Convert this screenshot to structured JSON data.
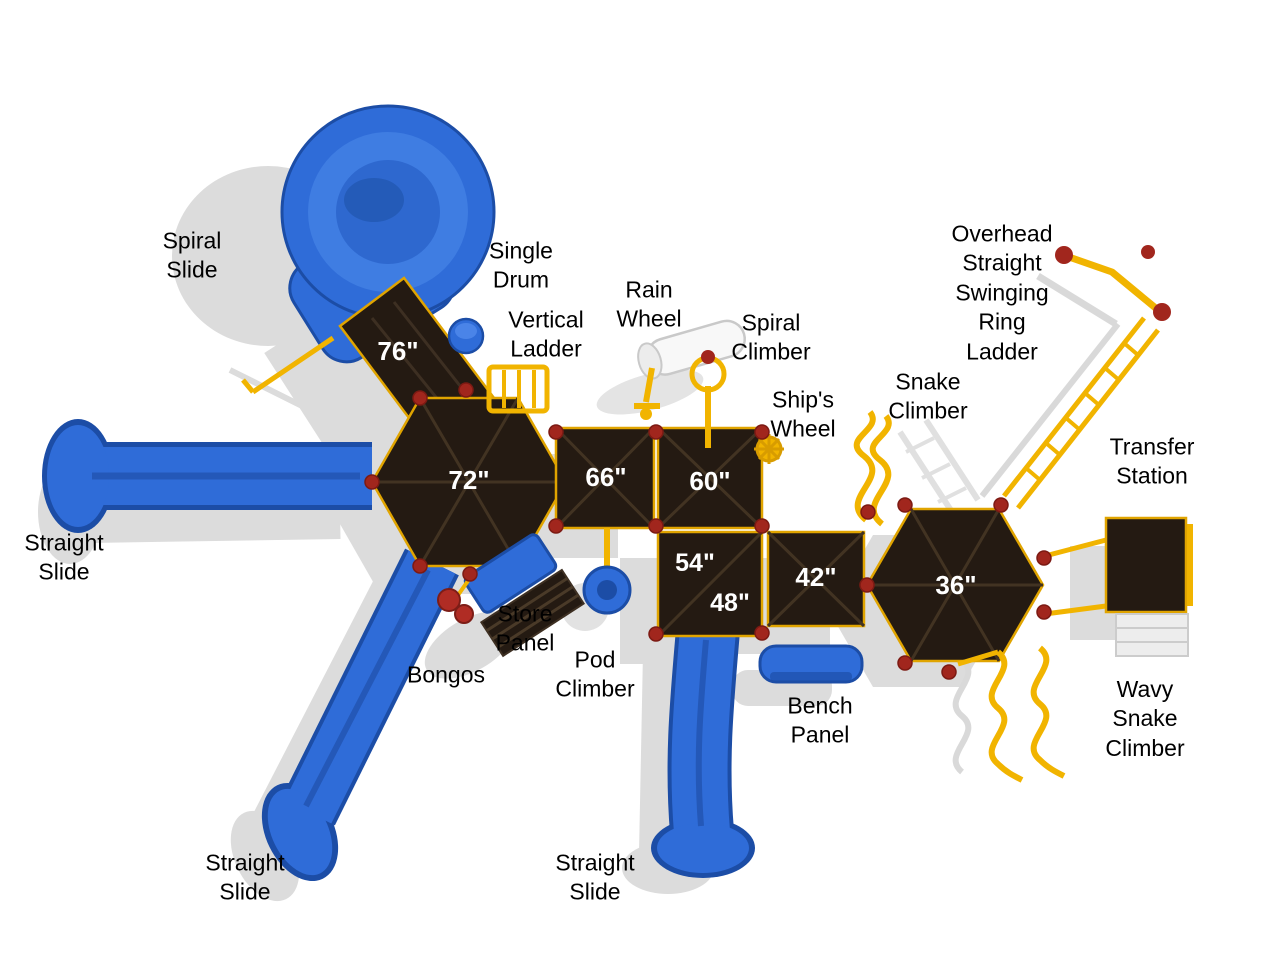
{
  "diagram": {
    "type": "playground-equipment-top-view",
    "background": "#ffffff"
  },
  "colors": {
    "slide_blue": "#2f6cd8",
    "slide_blue_dark": "#1c4da6",
    "deck_dark": "#241a12",
    "accent_yellow": "#f1b400",
    "connector_red": "#a1261d",
    "shadow_gray": "#dcdcdc"
  },
  "labels": [
    {
      "id": "spiral-slide",
      "text": "Spiral\nSlide"
    },
    {
      "id": "single-drum",
      "text": "Single\nDrum"
    },
    {
      "id": "vertical-ladder",
      "text": "Vertical\nLadder"
    },
    {
      "id": "rain-wheel",
      "text": "Rain\nWheel"
    },
    {
      "id": "spiral-climber",
      "text": "Spiral\nClimber"
    },
    {
      "id": "overhead-straight-swinging-ring-ladder",
      "text": "Overhead\nStraight\nSwinging\nRing\nLadder"
    },
    {
      "id": "snake-climber",
      "text": "Snake\nClimber"
    },
    {
      "id": "ships-wheel",
      "text": "Ship's\nWheel"
    },
    {
      "id": "transfer-station",
      "text": "Transfer\nStation"
    },
    {
      "id": "straight-slide-left",
      "text": "Straight\nSlide"
    },
    {
      "id": "store-panel",
      "text": "Store\nPanel"
    },
    {
      "id": "bongos",
      "text": "Bongos"
    },
    {
      "id": "pod-climber",
      "text": "Pod\nClimber"
    },
    {
      "id": "bench-panel",
      "text": "Bench\nPanel"
    },
    {
      "id": "wavy-snake-climber",
      "text": "Wavy\nSnake\nClimber"
    },
    {
      "id": "straight-slide-bottom-left",
      "text": "Straight\nSlide"
    },
    {
      "id": "straight-slide-bottom-center",
      "text": "Straight\nSlide"
    }
  ],
  "decks": [
    {
      "id": "deck-76",
      "label": "76\""
    },
    {
      "id": "deck-72",
      "label": "72\""
    },
    {
      "id": "deck-66",
      "label": "66\""
    },
    {
      "id": "deck-60",
      "label": "60\""
    },
    {
      "id": "deck-54",
      "label": "54\""
    },
    {
      "id": "deck-48",
      "label": "48\""
    },
    {
      "id": "deck-42",
      "label": "42\""
    },
    {
      "id": "deck-36",
      "label": "36\""
    }
  ]
}
